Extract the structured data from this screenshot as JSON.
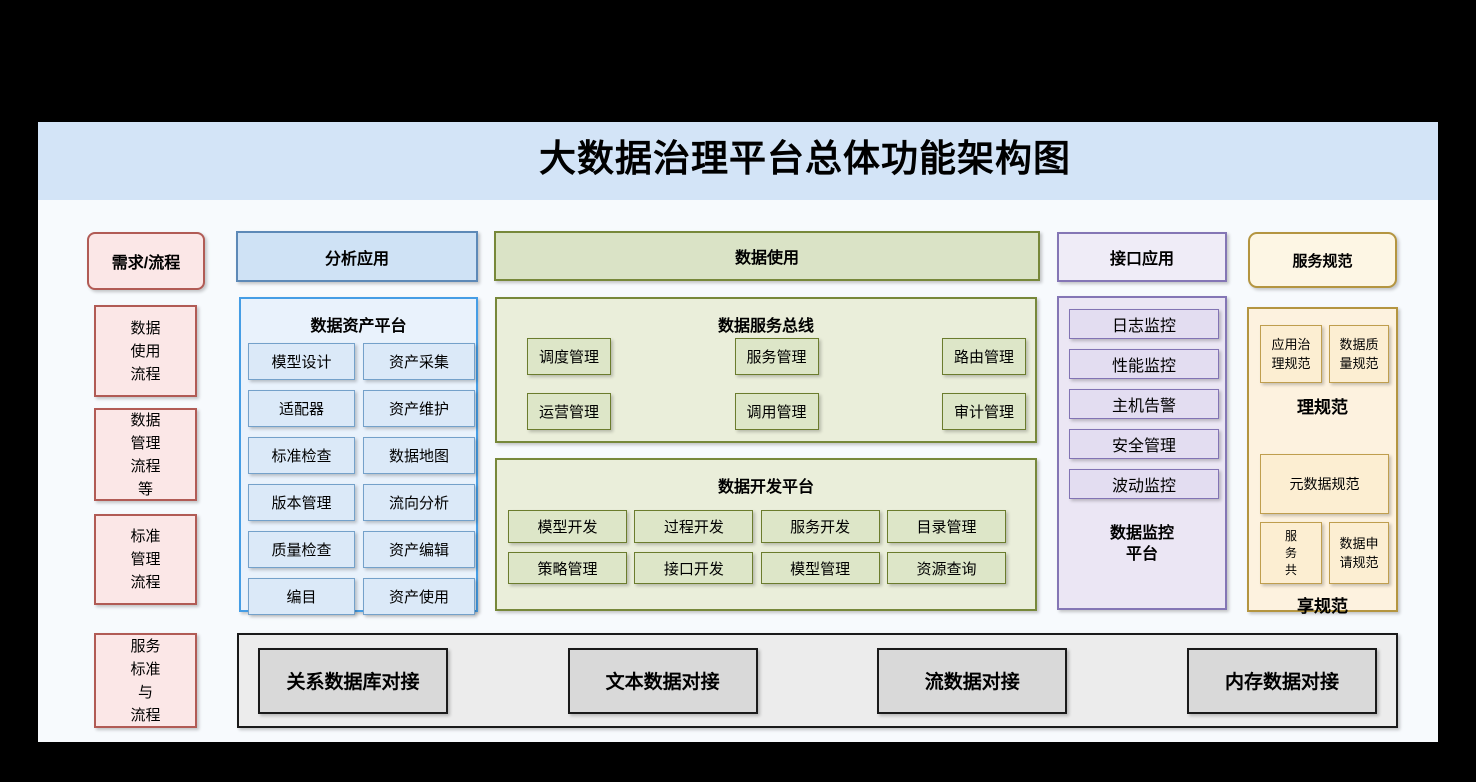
{
  "title": "大数据治理平台总体功能架构图",
  "palette": {
    "background": "#000000",
    "title_bar": "#d3e4f7",
    "panel_bg": "#f7fafd",
    "pink_fill": "#fbe7e7",
    "pink_border": "#b15b55",
    "blue_fill": "#cfe2f5",
    "blue_container_fill": "#e9f2fc",
    "blue_border": "#459de5",
    "green_fill": "#dae3c6",
    "green_container_fill": "#eaeeda",
    "green_border": "#77883a",
    "purple_fill": "#efecf7",
    "purple_container_fill": "#ebe6f4",
    "purple_border": "#8476b5",
    "yellow_fill": "#fdf6e4",
    "yellow_container_fill": "#fdf2df",
    "yellow_border": "#b49540",
    "gray_fill": "#ececec",
    "gray_item_fill": "#d9d9d9",
    "gray_border": "#1a1a1a"
  },
  "requirements": {
    "header": "需求/流程",
    "items": [
      "数据\n使用\n流程",
      "数据\n管理\n流程\n等",
      "标准\n管理\n流程",
      "服务\n标准\n与\n流程"
    ]
  },
  "analysis": {
    "header": "分析应用",
    "platform": {
      "title": "数据资产平台",
      "items": [
        "模型设计",
        "资产采集",
        "适配器",
        "资产维护",
        "标准检查",
        "数据地图",
        "版本管理",
        "流向分析",
        "质量检查",
        "资产编辑",
        "编目",
        "资产使用"
      ]
    }
  },
  "usage": {
    "header": "数据使用",
    "service_bus": {
      "title": "数据服务总线",
      "rows": [
        [
          "调度管理",
          "服务管理",
          "路由管理"
        ],
        [
          "运营管理",
          "调用管理",
          "审计管理"
        ]
      ]
    },
    "dev_platform": {
      "title": "数据开发平台",
      "rows": [
        [
          "模型开发",
          "过程开发",
          "服务开发",
          "目录管理"
        ],
        [
          "策略管理",
          "接口开发",
          "模型管理",
          "资源查询"
        ]
      ]
    }
  },
  "interface": {
    "header": "接口应用",
    "monitor": {
      "items": [
        "日志监控",
        "性能监控",
        "主机告警",
        "安全管理",
        "波动监控"
      ],
      "label": "数据监控\n平台"
    }
  },
  "spec": {
    "header": "服务规范",
    "group1": {
      "boxes": [
        "应用治\n理规范",
        "数据质\n量规范"
      ],
      "label": "理规范"
    },
    "metadata_box": "元数据规范",
    "group2": {
      "boxes": [
        "服\n务\n共",
        "数据申\n请规范"
      ],
      "label": "享规范"
    }
  },
  "integration": {
    "items": [
      "关系数据库对接",
      "文本数据对接",
      "流数据对接",
      "内存数据对接"
    ]
  }
}
